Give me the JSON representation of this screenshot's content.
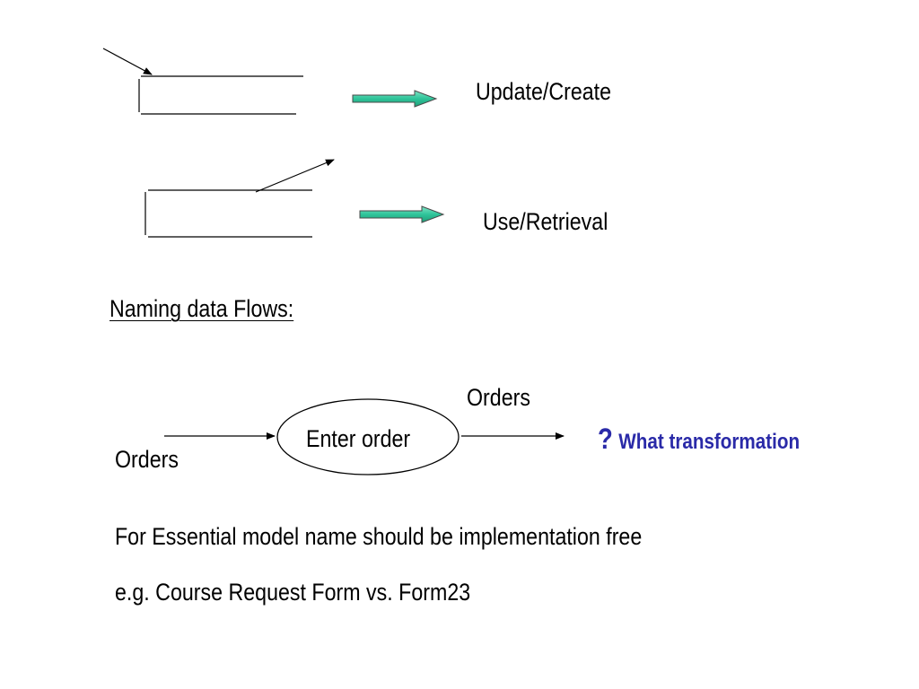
{
  "slide": {
    "store_examples": [
      {
        "label": "Update/Create"
      },
      {
        "label": "Use/Retrieval"
      }
    ],
    "section_heading": "Naming data Flows:",
    "flow_example": {
      "input_flow_label": "Orders",
      "process_label": "Enter order",
      "output_flow_label": "Orders",
      "question_mark": "?",
      "question_text": "What transformation"
    },
    "notes": [
      "For Essential model name should be implementation free",
      "e.g. Course Request Form vs. Form23"
    ]
  },
  "colors": {
    "block_arrow_fill": "#2fc49a",
    "block_arrow_stroke": "#4a4a4a",
    "question_text": "#2a2aa8"
  }
}
